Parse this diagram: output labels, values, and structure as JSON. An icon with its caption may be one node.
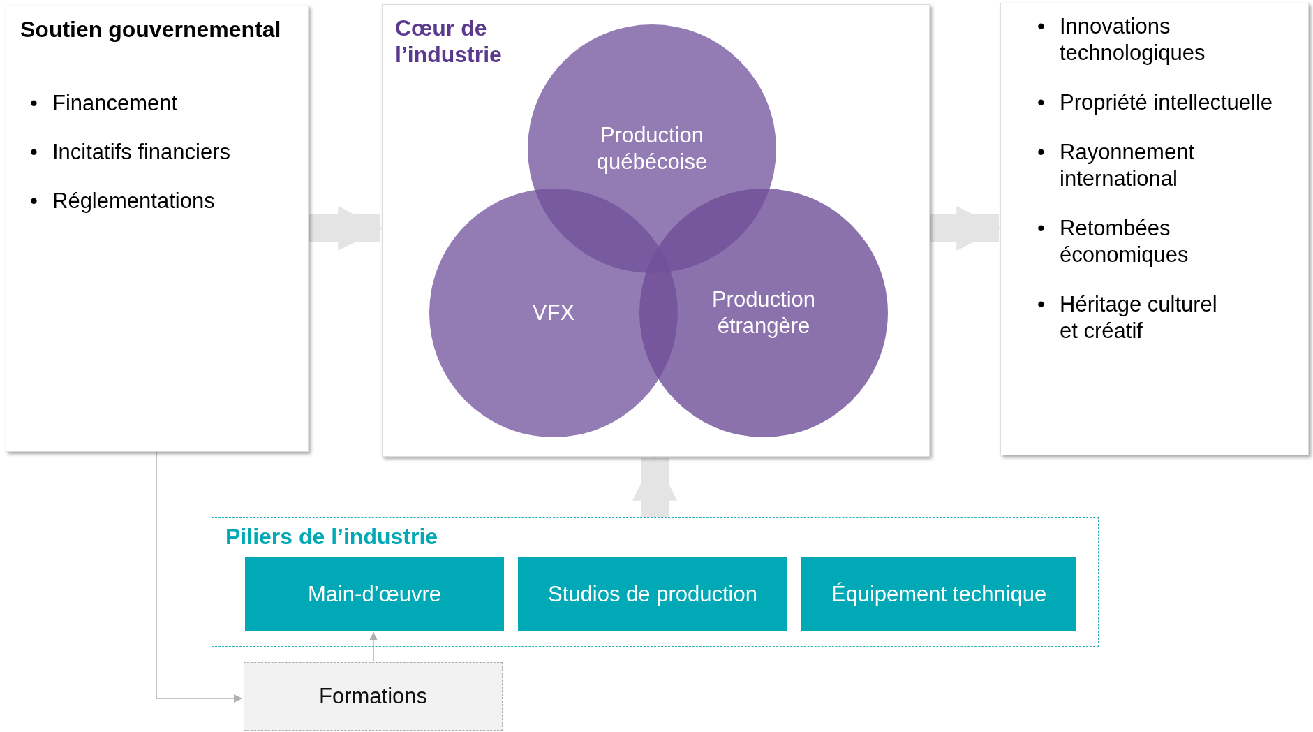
{
  "diagram": {
    "nodes": [
      {
        "text": [
          "Soutien gouvernemental",
          "Financement",
          "Incitatifs financiers",
          "Réglementations"
        ]
      },
      {
        "text": [
          "Cœur de l’industrie"
        ]
      },
      {
        "text": [
          "Production québécoise"
        ],
        "in": 1
      },
      {
        "text": [
          "VFX"
        ],
        "in": 1
      },
      {
        "text": [
          "Production étrangère"
        ],
        "in": 1
      },
      {
        "text": [
          "Innovations technologiques",
          "Propriété intellectuelle",
          "Rayonnement international",
          "Retombées économiques",
          "Héritage culturel et créatif"
        ]
      },
      {
        "text": [
          "Piliers de l’industrie"
        ]
      },
      {
        "text": [
          "Main-d’œuvre"
        ],
        "in": 6
      },
      {
        "text": [
          "Studios de production"
        ],
        "in": 6
      },
      {
        "text": [
          "Équipement technique"
        ],
        "in": 6
      },
      {
        "text": [
          "Formations"
        ]
      }
    ],
    "edges": [
      {
        "from": 0,
        "to": 1,
        "arrow": "to"
      },
      {
        "from": 1,
        "to": 5,
        "arrow": "to"
      },
      {
        "from": 6,
        "to": 1,
        "arrow": "to"
      },
      {
        "from": 0,
        "to": 10,
        "arrow": "to"
      },
      {
        "from": 10,
        "to": 7,
        "arrow": "to"
      }
    ],
    "labels": [
      "•",
      "•",
      "•",
      "•",
      "•",
      "•",
      "•",
      "•"
    ]
  }
}
